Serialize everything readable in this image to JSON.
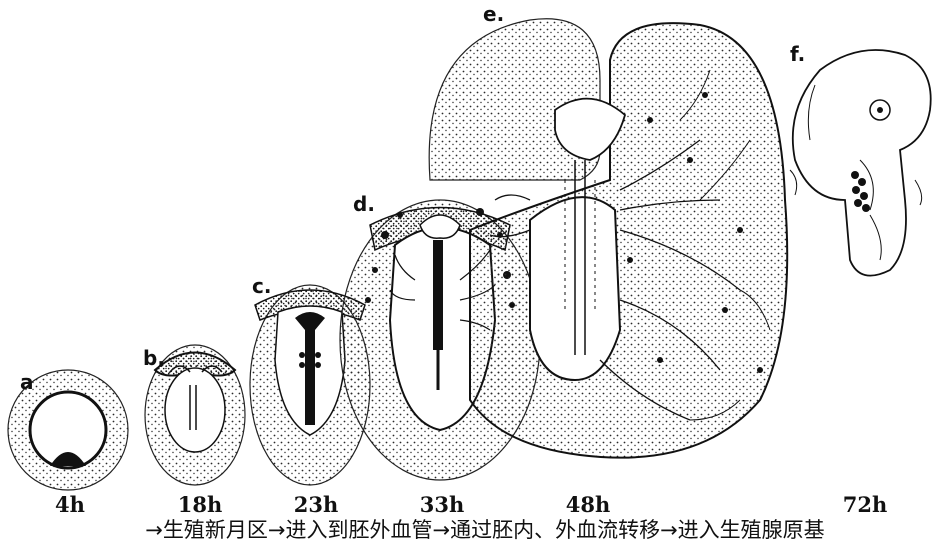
{
  "stages": [
    {
      "letter": "a",
      "time": "4h"
    },
    {
      "letter": "b.",
      "time": "18h"
    },
    {
      "letter": "c.",
      "time": "23h"
    },
    {
      "letter": "d.",
      "time": "33h"
    },
    {
      "letter": "e.",
      "time": "48h"
    },
    {
      "letter": "f.",
      "time": "72h"
    }
  ],
  "caption": "→生殖新月区→进入到胚外血管→通过胚内、外血流转移→进入生殖腺原基",
  "colors": {
    "ink": "#111111",
    "stipple": "#2a2a2a",
    "paper": "#ffffff"
  }
}
